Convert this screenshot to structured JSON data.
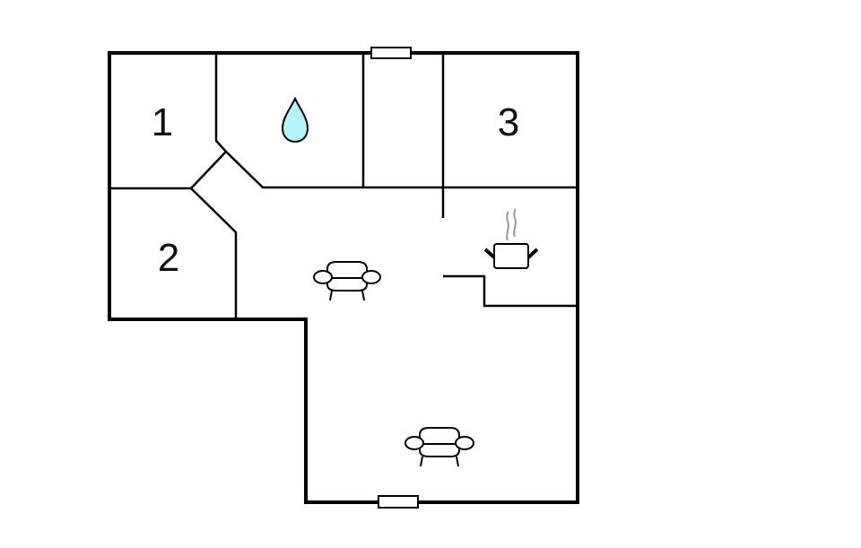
{
  "diagram": {
    "type": "floor-plan",
    "rooms": [
      {
        "id": "room-1",
        "label": "1",
        "kind": "bedroom"
      },
      {
        "id": "room-2",
        "label": "2",
        "kind": "bedroom"
      },
      {
        "id": "room-3",
        "label": "3",
        "kind": "bedroom"
      },
      {
        "id": "bathroom",
        "label": "",
        "icon": "water-drop-icon"
      },
      {
        "id": "kitchen",
        "label": "",
        "icon": "cooking-pot-icon"
      },
      {
        "id": "living-area-upper",
        "label": "",
        "icon": "armchair-icon"
      },
      {
        "id": "living-area-lower",
        "label": "",
        "icon": "armchair-icon"
      }
    ],
    "windows": [
      {
        "id": "window-top",
        "position": "top wall"
      },
      {
        "id": "window-bottom",
        "position": "bottom wall"
      }
    ],
    "colors": {
      "wall": "#000000",
      "water": "#b3f3fb",
      "steam": "#9a9a9a",
      "background": "#ffffff"
    }
  }
}
